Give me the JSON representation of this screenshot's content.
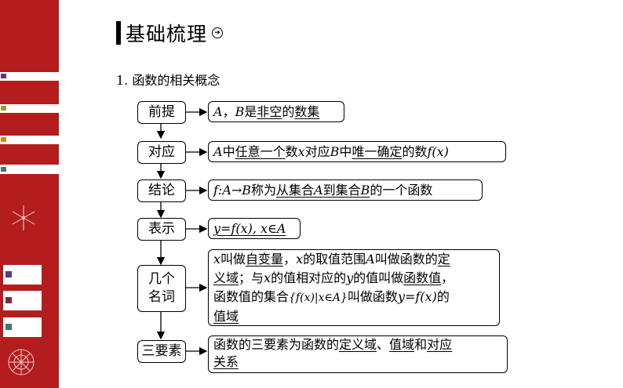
{
  "heading": {
    "title": "基础梳理"
  },
  "section_title": "1. 函数的相关概念",
  "sidebar": {
    "tab_colors": [
      "#5b3a7a",
      "#7a2f3d",
      "#3b7a6e"
    ],
    "band_colors": [
      "#5b3a7a",
      "#9a9a3a",
      "#e0801a",
      "#3b7a7a"
    ]
  },
  "rows": {
    "premise": {
      "label": "前提",
      "a": "A",
      "sep": "，",
      "b": "B",
      "t1": "是",
      "t2": "非空",
      "t3": "的",
      "t4": "数集"
    },
    "correspondence": {
      "label": "对应",
      "a": "A",
      "t1": "中",
      "t2": "任意一个",
      "t3": "数",
      "x": "x",
      "t4": "对应",
      "b": "B",
      "t5": "中",
      "t6": "唯一确定",
      "t7": "的数",
      "fx": "f(x)"
    },
    "conclusion": {
      "label": "结论",
      "f": "f",
      "map": ":A→B",
      "t1": "称为",
      "t2": "从集合",
      "a": "A",
      "t3": "到集合",
      "b": "B",
      "t4": "的一个函数"
    },
    "notation": {
      "label": "表示",
      "expr": "y=f(x), x∈A"
    },
    "names": {
      "label1": "几个",
      "label2": "名词",
      "x1": "x",
      "t1": "叫做",
      "t2": "自变量",
      "t3": "，",
      "x2": "x",
      "t4": "的取值范围",
      "a1": "A",
      "t5": "叫做函数的",
      "t6": "定",
      "t7": "义域",
      "t8": "；与",
      "x3": "x",
      "t9": "的值相对应的",
      "y1": "y",
      "t10": "的值叫做",
      "t11": "函数值",
      "t12": "，",
      "t13": "函数值的集合",
      "set": "{f(x)|x∈A}",
      "t14": "叫做函数",
      "expr": "y=f(x)",
      "t15": "的",
      "t16": "值域"
    },
    "elements": {
      "label": "三要素",
      "t1": "函数的三要素为函数的",
      "t2": "定义域",
      "t3": "、",
      "t4": "值域",
      "t5": "和",
      "t6": "对应",
      "t7": "关系"
    }
  }
}
